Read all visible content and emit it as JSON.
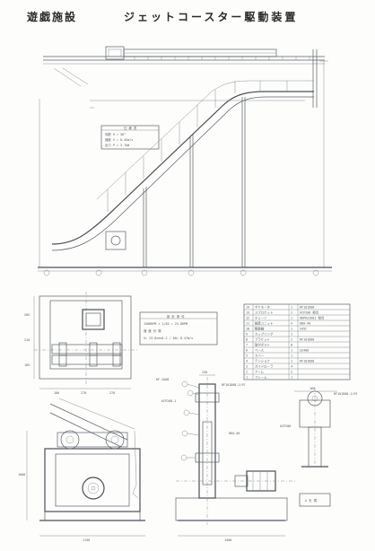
{
  "title": {
    "left": "遊戯施設",
    "right": "ジェットコースター駆動装置"
  },
  "spec_box_top": {
    "heading": "仕 様 書",
    "lines": [
      "勾配 θ = 36°",
      "速度 V = 0.45m/s",
      "出力 P = 3.7kW"
    ]
  },
  "spec_box_mid": {
    "heading": "設 計 条 件",
    "lines": [
      "1500RPM × 1/63 = 23.8RPM",
      "速 度 計 算",
      "V= 23.8×π×0.2 / 60= 0.47m/s"
    ]
  },
  "parts_table": {
    "rows": [
      [
        "14",
        "ギヤモータ",
        "1",
        "RF101D08"
      ],
      [
        "13",
        "スプロケット",
        "2",
        "UCP208 相当"
      ],
      [
        "12",
        "チェーン",
        "1",
        "HDP631H01 相当"
      ],
      [
        "11",
        "軸受ユニット",
        "4",
        "HDA-40"
      ],
      [
        "10",
        "駆動軸",
        "1",
        "S45C"
      ],
      [
        "9",
        "カップリング",
        "1",
        ""
      ],
      [
        "8",
        "ブラケット",
        "2",
        "RF101D08"
      ],
      [
        "7",
        "取付ボルト",
        "8",
        ""
      ],
      [
        "6",
        "ベース",
        "1",
        "SS400"
      ],
      [
        "5",
        "カバー",
        "1",
        ""
      ],
      [
        "4",
        "テンショナ",
        "1",
        "RF101D08"
      ],
      [
        "3",
        "ガイドローラ",
        "4",
        ""
      ],
      [
        "2",
        "アーム",
        "2",
        ""
      ],
      [
        "1",
        "フレーム",
        "1",
        ""
      ]
    ]
  },
  "dimension_labels": {
    "plan_widths": [
      "100",
      "270",
      "270"
    ],
    "plan_heights": [
      "205",
      "210",
      "105"
    ],
    "front_width": "1150",
    "front_height": "1000",
    "side_width": "1400",
    "side_top": "250",
    "small_width": "160"
  },
  "callouts": {
    "motor": "RF101D08-1/97",
    "bracket": "RF-2A08",
    "coupling": "UCP208-1",
    "bearing": "HDA-40",
    "sprocket_label": "UCP208",
    "small_label": "A 矢 視"
  }
}
